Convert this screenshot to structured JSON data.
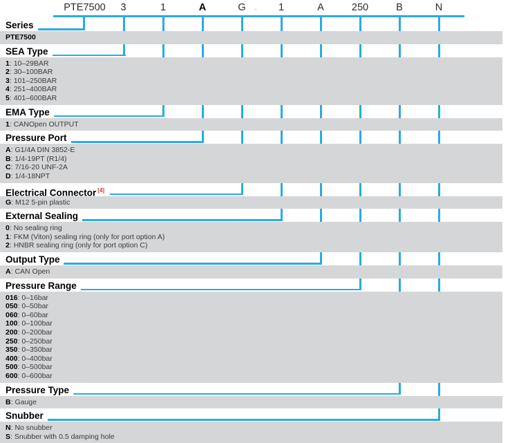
{
  "part_number": {
    "segments": [
      {
        "code": "PTE7500",
        "bold": false
      },
      {
        "code": "3",
        "bold": false
      },
      {
        "code": "1",
        "bold": false
      },
      {
        "code": "A",
        "bold": true
      },
      {
        "code": "G",
        "bold": false
      },
      {
        "code": "1",
        "bold": false
      },
      {
        "code": "A",
        "bold": false
      },
      {
        "code": "250",
        "bold": false
      },
      {
        "code": "B",
        "bold": false
      },
      {
        "code": "N",
        "bold": false
      }
    ],
    "separator": "-"
  },
  "accent_color": "#29abe2",
  "row_background": "#d4d6d8",
  "sections": [
    {
      "title": "Series",
      "footnote": "",
      "options": [
        {
          "key": "PTE7500",
          "desc": ""
        }
      ]
    },
    {
      "title": "SEA Type",
      "footnote": "",
      "options": [
        {
          "key": "1",
          "desc": "10–29BAR"
        },
        {
          "key": "2",
          "desc": "30–100BAR"
        },
        {
          "key": "3",
          "desc": "101–250BAR"
        },
        {
          "key": "4",
          "desc": "251–400BAR"
        },
        {
          "key": "5",
          "desc": "401–600BAR"
        }
      ]
    },
    {
      "title": "EMA Type",
      "footnote": "",
      "options": [
        {
          "key": "1",
          "desc": "CANOpen OUTPUT"
        }
      ]
    },
    {
      "title": "Pressure Port",
      "footnote": "",
      "options": [
        {
          "key": "A",
          "desc": "G1/4A DIN 3852-E"
        },
        {
          "key": "B",
          "desc": "1/4-19PT (R1/4)"
        },
        {
          "key": "C",
          "desc": "7/16-20 UNF-2A"
        },
        {
          "key": "D",
          "desc": "1/4-18NPT"
        }
      ]
    },
    {
      "title": "Electrical Connector",
      "footnote": "[4]",
      "options": [
        {
          "key": "G",
          "desc": "M12 5-pin plastic"
        }
      ]
    },
    {
      "title": "External Sealing",
      "footnote": "",
      "options": [
        {
          "key": "0",
          "desc": "No sealing ring"
        },
        {
          "key": "1",
          "desc": "FKM (Viton) sealing ring (only for port option A)"
        },
        {
          "key": "2",
          "desc": "HNBR sealing ring (only for port option C)"
        }
      ]
    },
    {
      "title": "Output Type",
      "footnote": "",
      "options": [
        {
          "key": "A",
          "desc": "CAN Open"
        }
      ]
    },
    {
      "title": "Pressure Range",
      "footnote": "",
      "options": [
        {
          "key": "016",
          "desc": "0–16bar"
        },
        {
          "key": "050",
          "desc": "0–50bar"
        },
        {
          "key": "060",
          "desc": "0–60bar"
        },
        {
          "key": "100",
          "desc": "0–100bar"
        },
        {
          "key": "200",
          "desc": "0–200bar"
        },
        {
          "key": "250",
          "desc": "0–250bar"
        },
        {
          "key": "350",
          "desc": "0–350bar"
        },
        {
          "key": "400",
          "desc": "0–400bar"
        },
        {
          "key": "500",
          "desc": "0–500bar"
        },
        {
          "key": "600",
          "desc": "0–600bar"
        }
      ]
    },
    {
      "title": "Pressure Type",
      "footnote": "",
      "options": [
        {
          "key": "B",
          "desc": "Gauge"
        }
      ]
    },
    {
      "title": "Snubber",
      "footnote": "",
      "options": [
        {
          "key": "N",
          "desc": "No snubber"
        },
        {
          "key": "S",
          "desc": "Snubber with 0.5 damping hole"
        }
      ]
    }
  ]
}
